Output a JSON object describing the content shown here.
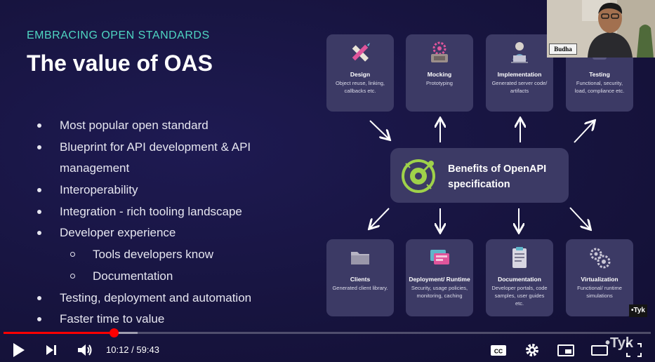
{
  "slide": {
    "eyebrow": "EMBRACING OPEN STANDARDS",
    "title": "The value of OAS",
    "bullets": [
      "Most popular open standard",
      "Blueprint for API development & API",
      "management",
      "Interoperability",
      "Integration - rich tooling landscape",
      "Developer experience",
      "Tools developers know",
      "Documentation",
      "Testing, deployment and automation",
      "Faster time to value"
    ],
    "center_label_line1": "Benefits of OpenAPI",
    "center_label_line2": "specification",
    "top_cards": [
      {
        "title": "Design",
        "desc": "Object reuse, linking, callbacks etc.",
        "icon": "design-pencil-ruler-icon"
      },
      {
        "title": "Mocking",
        "desc": "Prototyping",
        "icon": "mocking-gear-box-icon"
      },
      {
        "title": "Implementation",
        "desc": "Generated server code/ artifacts",
        "icon": "implementation-person-laptop-icon"
      },
      {
        "title": "Testing",
        "desc": "Functional, security, load, compliance etc.",
        "icon": "testing-icon"
      }
    ],
    "bottom_cards": [
      {
        "title": "Clients",
        "desc": "Generated client library.",
        "icon": "clients-folder-icon"
      },
      {
        "title": "Deployment/ Runtime",
        "desc": "Security, usage policies, monitoring, caching",
        "icon": "deployment-screens-icon"
      },
      {
        "title": "Documentation",
        "desc": "Developer portals, code samples, user guides etc.",
        "icon": "documentation-clipboard-icon"
      },
      {
        "title": "Virtualization",
        "desc": "Functional/ runtime simulations",
        "icon": "virtualization-gears-icon"
      }
    ]
  },
  "webcam": {
    "name_card": "Budha"
  },
  "player": {
    "current_time": "10:12",
    "duration": "59:43",
    "time_separator": " / ",
    "played_fraction": 0.171,
    "buffered_fraction": 0.207,
    "channel_logo": "•Tyk",
    "watermark": "•Tyk",
    "accent_color": "#ff0000"
  },
  "colors": {
    "slide_bg": "#17143f",
    "card_bg": "#3c3a65",
    "eyebrow": "#4fd6c2"
  }
}
